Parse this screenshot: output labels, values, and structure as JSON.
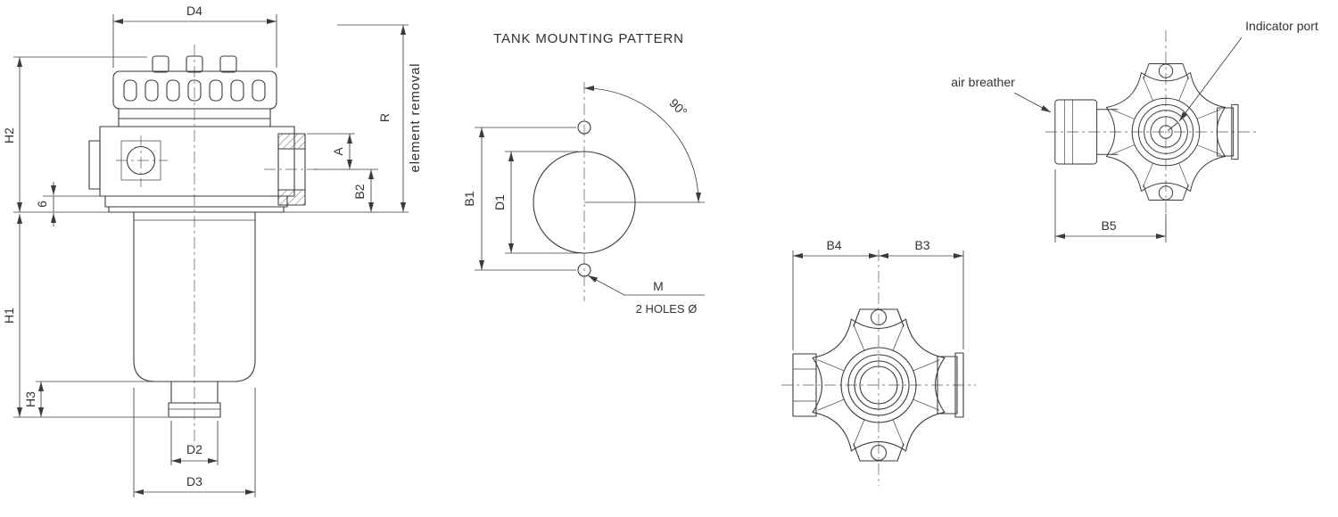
{
  "drawing": {
    "background": "#ffffff",
    "line_color": "#3b3b3b",
    "side_view": {
      "dim_d4": "D4",
      "dim_h2": "H2",
      "dim_r": "R",
      "note_element_removal": "element removal",
      "dim_a": "A",
      "dim_b2": "B2",
      "dim_plate": "6",
      "dim_h1": "H1",
      "dim_h3": "H3",
      "dim_d2": "D2",
      "dim_d3": "D3"
    },
    "mounting_pattern": {
      "title": "TANK MOUNTING PATTERN",
      "dim_b1": "B1",
      "dim_d1": "D1",
      "angle": "90°",
      "thread_label": "M",
      "holes_note": "2 HOLES Ø"
    },
    "top_view": {
      "dim_b4": "B4",
      "dim_b3": "B3"
    },
    "indicator_view": {
      "label_air_breather": "air breather",
      "label_indicator_port": "Indicator port",
      "dim_b5": "B5"
    }
  }
}
